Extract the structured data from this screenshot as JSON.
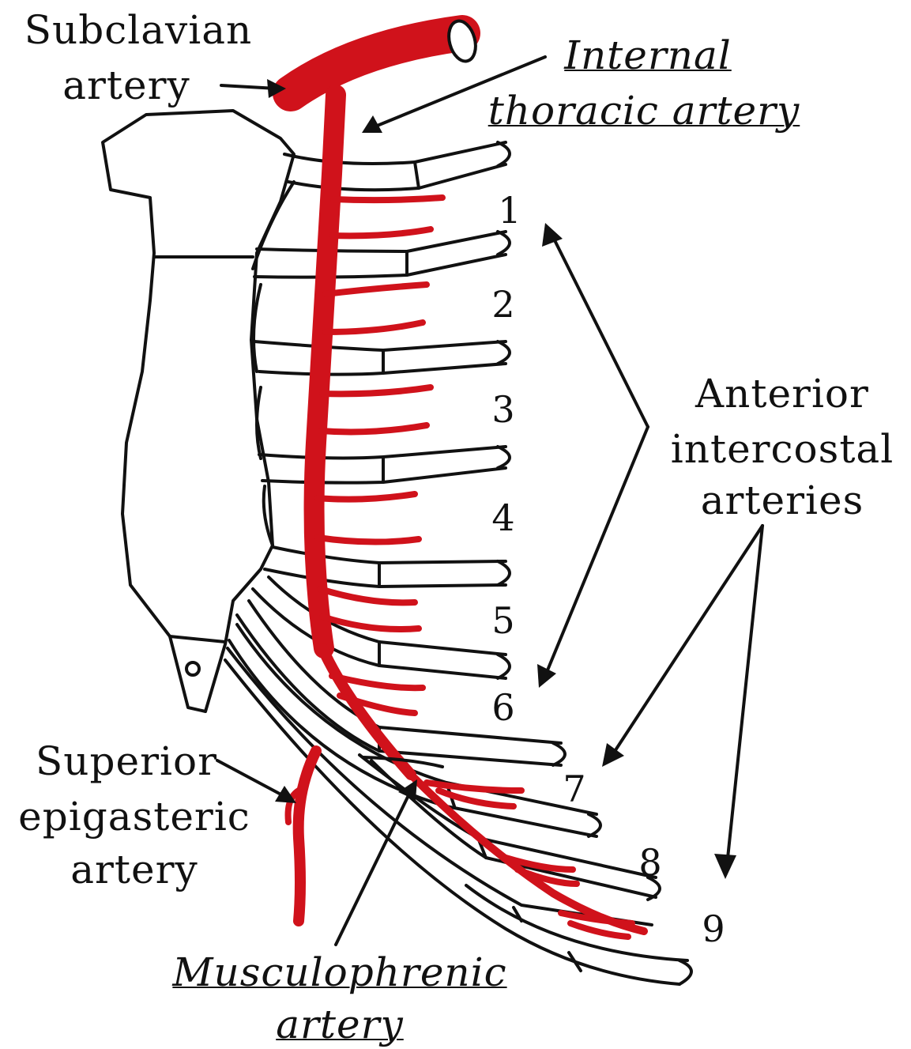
{
  "labels": {
    "subclavian_line1": "Subclavian",
    "subclavian_line2": "artery",
    "internal_line1": "Internal",
    "internal_line2": "thoracic artery",
    "anterior_line1": "Anterior",
    "anterior_line2": "intercostal",
    "anterior_line3": "arteries",
    "superior_line1": "Superior",
    "superior_line2": "epigasteric",
    "superior_line3": "artery",
    "musculo_line1": "Musculophrenic",
    "musculo_line2": "artery"
  },
  "intercostal_numbers": [
    "1",
    "2",
    "3",
    "4",
    "5",
    "6",
    "7",
    "8",
    "9"
  ],
  "colors": {
    "artery": "#d0121b",
    "outline": "#111111",
    "background": "#ffffff"
  }
}
